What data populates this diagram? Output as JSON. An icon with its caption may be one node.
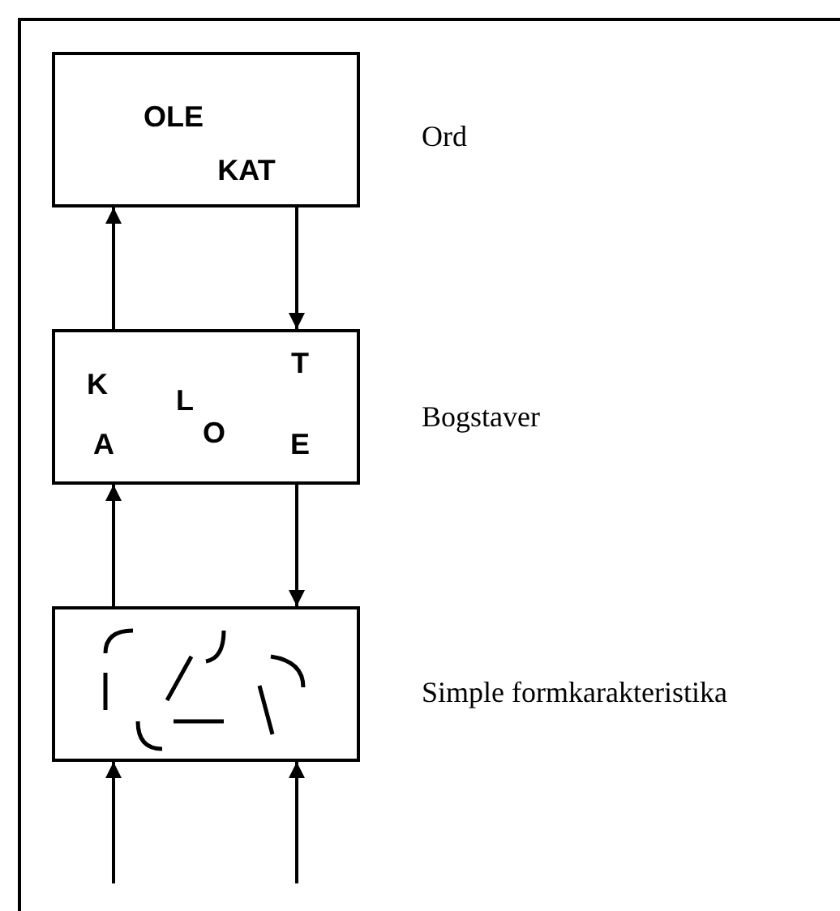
{
  "diagram": {
    "nodes": [
      {
        "text": [
          "OLE",
          "KAT"
        ],
        "beside": [
          "Ord"
        ]
      },
      {
        "text": [
          "K",
          "L",
          "T",
          "A",
          "O",
          "E"
        ],
        "beside": [
          "Bogstaver"
        ]
      },
      {
        "text": [],
        "shape": "box",
        "beside": [
          "Simple formkarakteristika"
        ]
      }
    ],
    "edges": [
      {
        "from": 1,
        "to": 0,
        "arrow": "to"
      },
      {
        "from": 0,
        "to": 1,
        "arrow": "to"
      },
      {
        "from": 2,
        "to": 1,
        "arrow": "to"
      },
      {
        "from": 1,
        "to": 2,
        "arrow": "to"
      },
      {
        "from": null,
        "to": 2,
        "arrow": "to"
      },
      {
        "from": null,
        "to": 2,
        "arrow": "to"
      }
    ]
  }
}
